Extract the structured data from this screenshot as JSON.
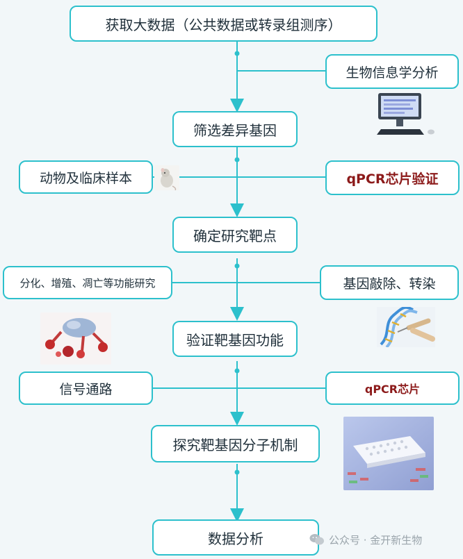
{
  "steps": {
    "s1": "获取大数据（公共数据或转录组测序）",
    "s2": "筛选差异基因",
    "s3": "确定研究靶点",
    "s4": "验证靶基因功能",
    "s5": "探究靶基因分子机制",
    "s6": "数据分析"
  },
  "side": {
    "bioinfo": "生物信息学分析",
    "animal": "动物及临床样本",
    "qpcr_chip_verify": "qPCR芯片验证",
    "function_study": "分化、增殖、凋亡等功能研究",
    "knockout": "基因敲除、转染",
    "pathway": "信号通路",
    "qpcr_chip": "qPCR芯片"
  },
  "icons": {
    "computer": "computer-icon",
    "mouse": "mouse-icon",
    "molecule": "molecule-icon",
    "dna": "dna-icon",
    "chip": "pcr-chip-icon",
    "wechat": "wechat-icon"
  },
  "watermark": "公众号 · 金开新生物",
  "colors": {
    "border": "#2cc0cc",
    "arrow": "#2cc0cc",
    "highlight_text": "#8c1a1a",
    "background": "#f2f7f9"
  }
}
